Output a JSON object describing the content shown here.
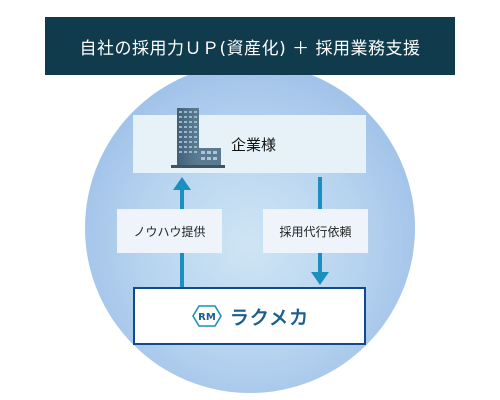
{
  "banner": {
    "title": "自社の採用力ＵＰ(資産化) ＋ 採用業務支援"
  },
  "company": {
    "label": "企業様",
    "icon": "office-building-icon"
  },
  "flows": {
    "up_label": "ノウハウ提供",
    "down_label": "採用代行依頼"
  },
  "rakumeka": {
    "logo_text": "ラクメカ",
    "logo_mark": "RM",
    "icon": "rm-logo-icon"
  },
  "colors": {
    "banner_bg": "#0f3b4c",
    "arrow": "#1b8fbf",
    "box_border": "#0f4a8c",
    "logo_text": "#1a5f8f"
  }
}
